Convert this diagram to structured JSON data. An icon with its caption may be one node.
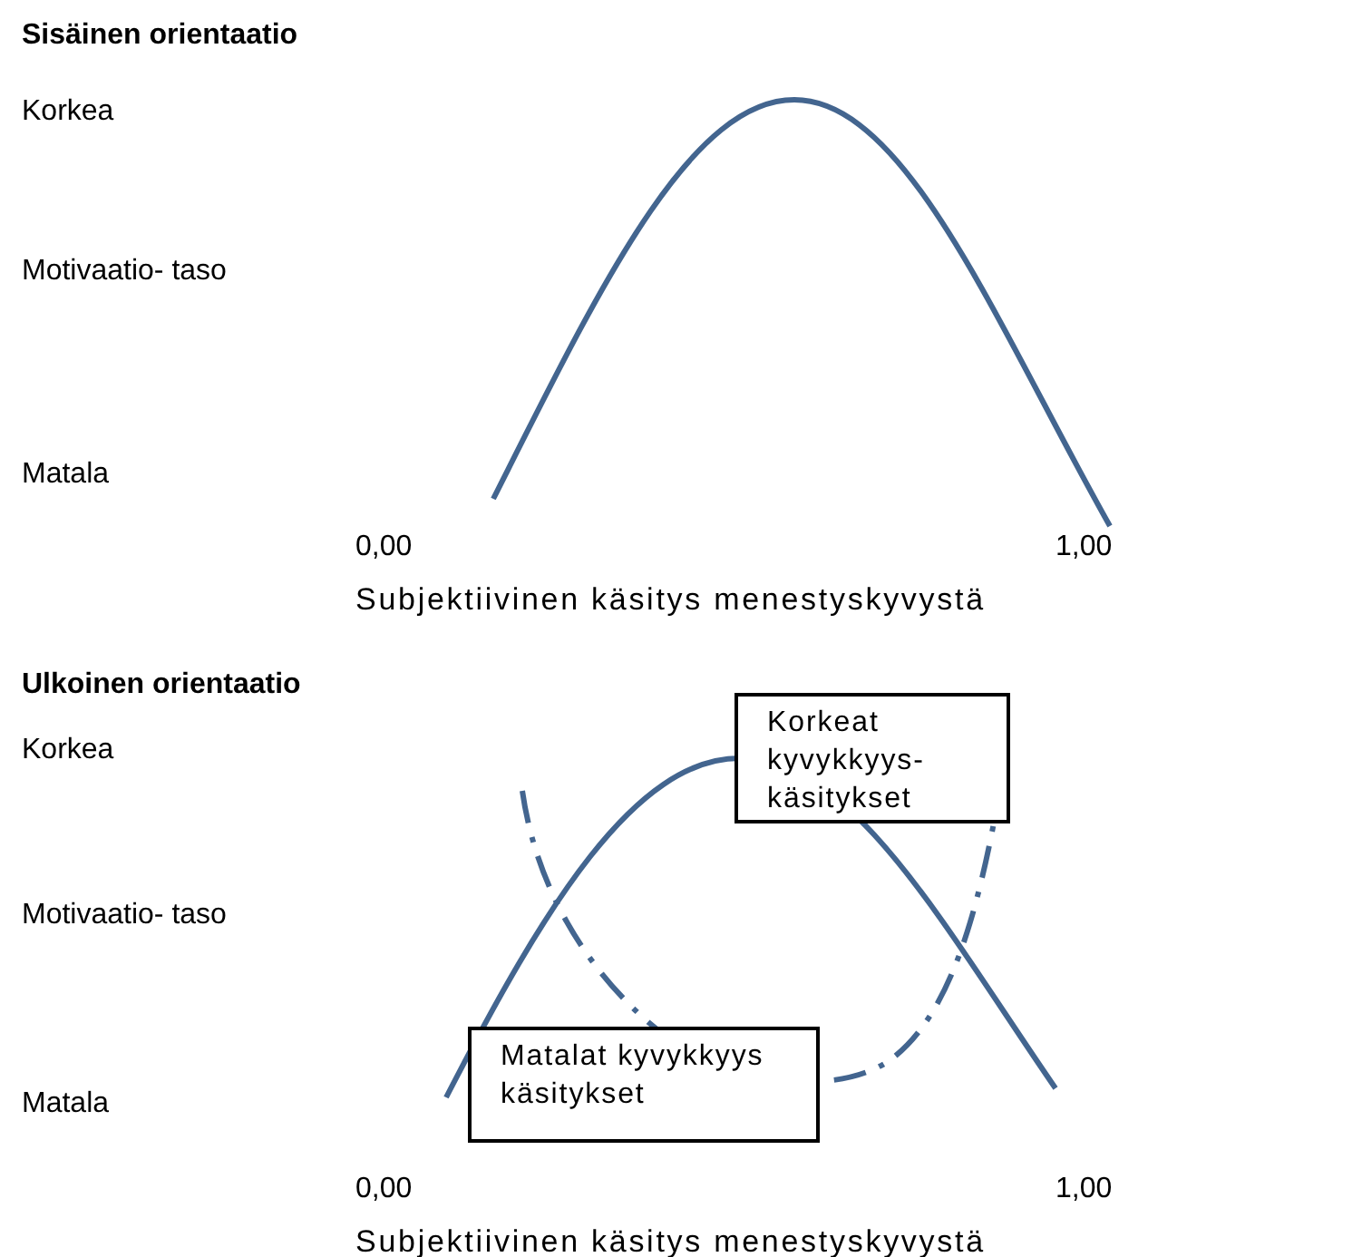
{
  "diagram": {
    "nodes": [
      {
        "text": [
          "Korkeat kyvykkyys- käsitykset"
        ]
      },
      {
        "text": [
          "Matalat kyvykkyys käsitykset"
        ]
      }
    ],
    "labels": [
      "Sisäinen orientaatio",
      "Korkea",
      "Motivaatio- taso",
      "Matala",
      "0,00",
      "1,00",
      "Subjektiivinen käsitys menestyskyvystä",
      "Ulkoinen orientaatio",
      "Korkea",
      "Motivaatio- taso",
      "Matala",
      "0,00",
      "1,00",
      "Subjektiivinen käsitys menestyskyvystä"
    ]
  }
}
